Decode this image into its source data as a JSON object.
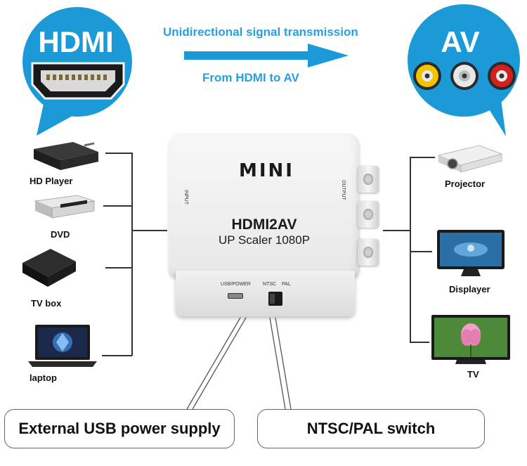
{
  "header": {
    "line1": "Unidirectional signal transmission",
    "line2": "From HDMI to AV"
  },
  "bubbles": {
    "left": "HDMI",
    "right": "AV"
  },
  "inputs": [
    {
      "label": "HD Player"
    },
    {
      "label": "DVD"
    },
    {
      "label": "TV box"
    },
    {
      "label": "laptop"
    }
  ],
  "outputs": [
    {
      "label": "Projector"
    },
    {
      "label": "Displayer"
    },
    {
      "label": "TV"
    }
  ],
  "device": {
    "logo": "MINI",
    "model": "HDMI2AV",
    "subtitle": "UP Scaler 1080P",
    "input_label": "INPUT",
    "output_label": "OUTPUT",
    "port_label": "USB/POWER",
    "switch_ntsc": "NTSC",
    "switch_pal": "PAL"
  },
  "callouts": {
    "power": "External USB power supply",
    "switch": "NTSC/PAL switch"
  },
  "colors": {
    "accent": "#1c9ad8",
    "headline": "#2a9fe0",
    "rca_yellow": "#f2c400",
    "rca_white": "#e8e8e8",
    "rca_red": "#d42020"
  }
}
